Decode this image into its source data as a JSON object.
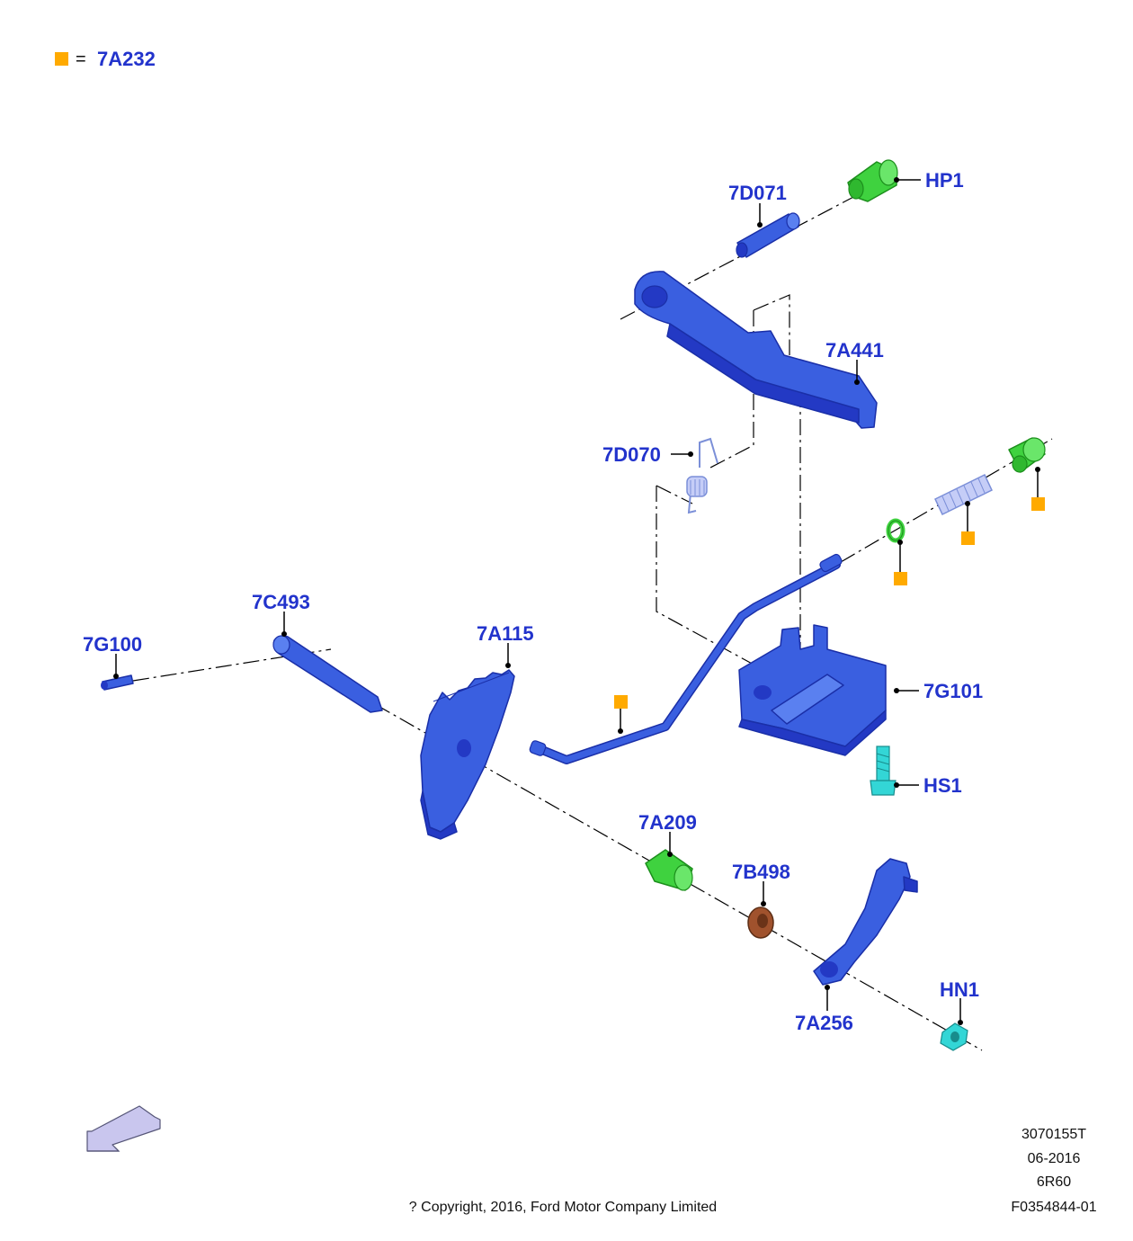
{
  "colors": {
    "part_blue": "#3a5fe0",
    "part_blue_dark": "#2339c4",
    "part_green": "#3fd23f",
    "part_cyan": "#33d6d6",
    "part_brown": "#a0522d",
    "label_blue": "#2233cc",
    "marker_orange": "#ffaa00",
    "arrow_fill": "#c9c6ee"
  },
  "legend": {
    "marker_icon": "orange-square-icon",
    "equals": "=",
    "part": "7A232"
  },
  "callouts": {
    "hp1": "HP1",
    "c7d071": "7D071",
    "c7a441": "7A441",
    "c7d070": "7D070",
    "c7c493": "7C493",
    "c7g100": "7G100",
    "c7a115": "7A115",
    "c7g101": "7G101",
    "hs1": "HS1",
    "c7a209": "7A209",
    "c7b498": "7B498",
    "hn1": "HN1",
    "c7a256": "7A256"
  },
  "footer": {
    "copyright": "? Copyright, 2016, Ford Motor Company Limited",
    "code1": "3070155T",
    "date": "06-2016",
    "model": "6R60",
    "figure_id": "F0354844-01"
  },
  "icons": {
    "direction_arrow": "direction-arrow-icon"
  }
}
